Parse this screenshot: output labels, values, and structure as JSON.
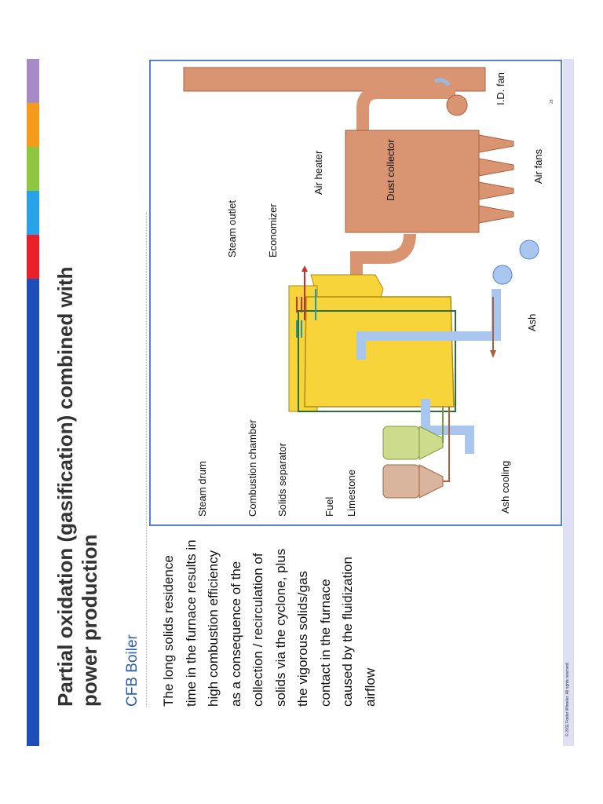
{
  "slide": {
    "title": "Partial oxidation (gasification) combined with power production",
    "subtitle": "CFB Boiler",
    "body": "The long solids residence time in the furnace results in high combustion efficiency as a consequence of the collection / recirculation of solids via the cyclone, plus the vigorous solids/gas contact in the furnace caused by the fluidization airflow",
    "copyright": "© 2011 Foster Wheeler. All rights reserved.",
    "page_number": "28"
  },
  "stripe_colors": [
    "#a78bc7",
    "#f59a1b",
    "#8dc63f",
    "#29a3e8",
    "#e8202a",
    "#1e4fb8"
  ],
  "diagram": {
    "labels": {
      "steam_drum": "Steam drum",
      "combustion_chamber": "Combustion chamber",
      "solids_separator": "Solids separator",
      "fuel": "Fuel",
      "limestone": "Limestone",
      "ash_cooling": "Ash cooling",
      "steam_outlet": "Steam outlet",
      "economizer": "Economizer",
      "air_heater": "Air heater",
      "dust_collector": "Dust collector",
      "air_fans": "Air fans",
      "id_fan": "I.D. fan",
      "ash": "Ash"
    },
    "colors": {
      "furnace": "#f7d43a",
      "furnace_edge": "#b08a10",
      "duct_brown": "#d99472",
      "duct_brown_edge": "#a9603e",
      "air_blue": "#a9c7ee",
      "air_blue_edge": "#5b87c9",
      "green_bin": "#cddc8c",
      "tan_bin": "#d9b59e",
      "pipe_red": "#c8302c",
      "pipe_teal": "#1a9aa8",
      "frame": "#5a7fd0"
    }
  }
}
